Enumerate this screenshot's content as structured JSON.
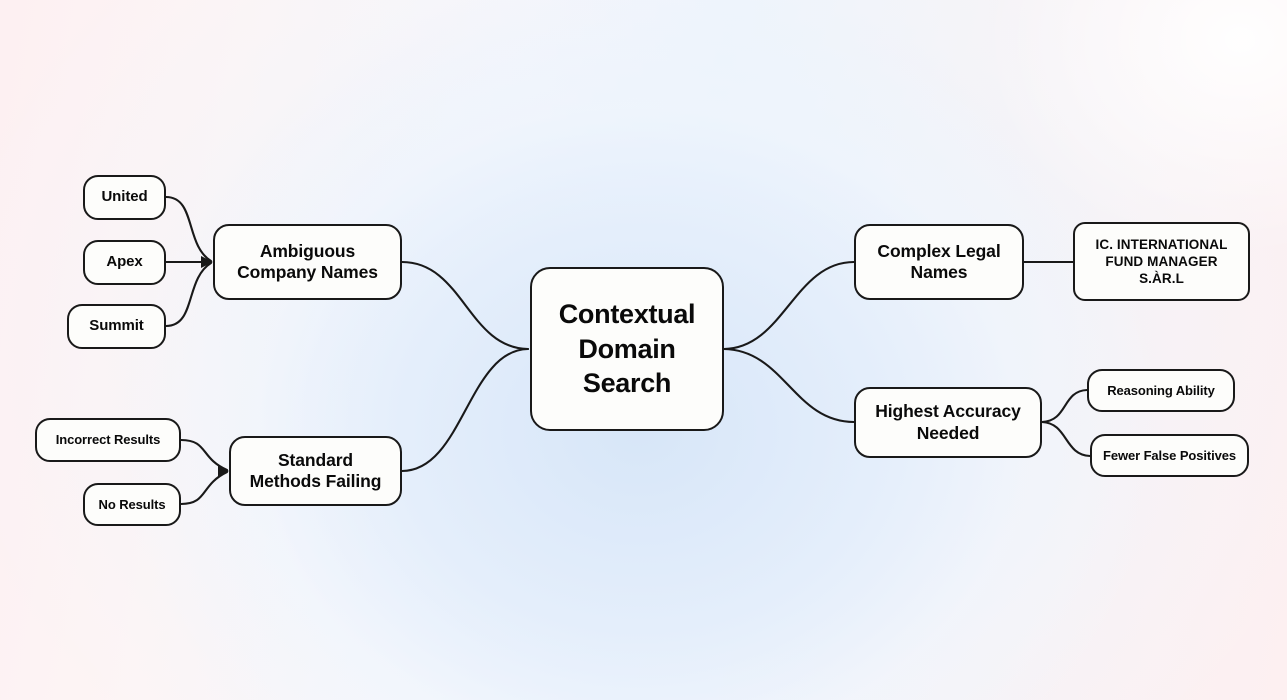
{
  "diagram": {
    "type": "mindmap",
    "title": "Contextual Domain Search",
    "colors": {
      "node_fill": "#fdfdfb",
      "node_border": "#191919",
      "text": "#0a0a0a",
      "background_pink": "#fdf0f2",
      "background_blue": "#d7e6f8"
    }
  },
  "root": {
    "label": "Contextual\nDomain\nSearch"
  },
  "left_branches": [
    {
      "label": "Ambiguous\nCompany Names",
      "children": [
        {
          "label": "United"
        },
        {
          "label": "Apex"
        },
        {
          "label": "Summit"
        }
      ]
    },
    {
      "label": "Standard\nMethods Failing",
      "children": [
        {
          "label": "Incorrect Results"
        },
        {
          "label": "No Results"
        }
      ]
    }
  ],
  "right_branches": [
    {
      "label": "Complex Legal\nNames",
      "children": [
        {
          "label": "IC. INTERNATIONAL\nFUND MANAGER\nS.ÀR.L"
        }
      ]
    },
    {
      "label": "Highest Accuracy\nNeeded",
      "children": [
        {
          "label": "Reasoning Ability"
        },
        {
          "label": "Fewer False Positives"
        }
      ]
    }
  ]
}
